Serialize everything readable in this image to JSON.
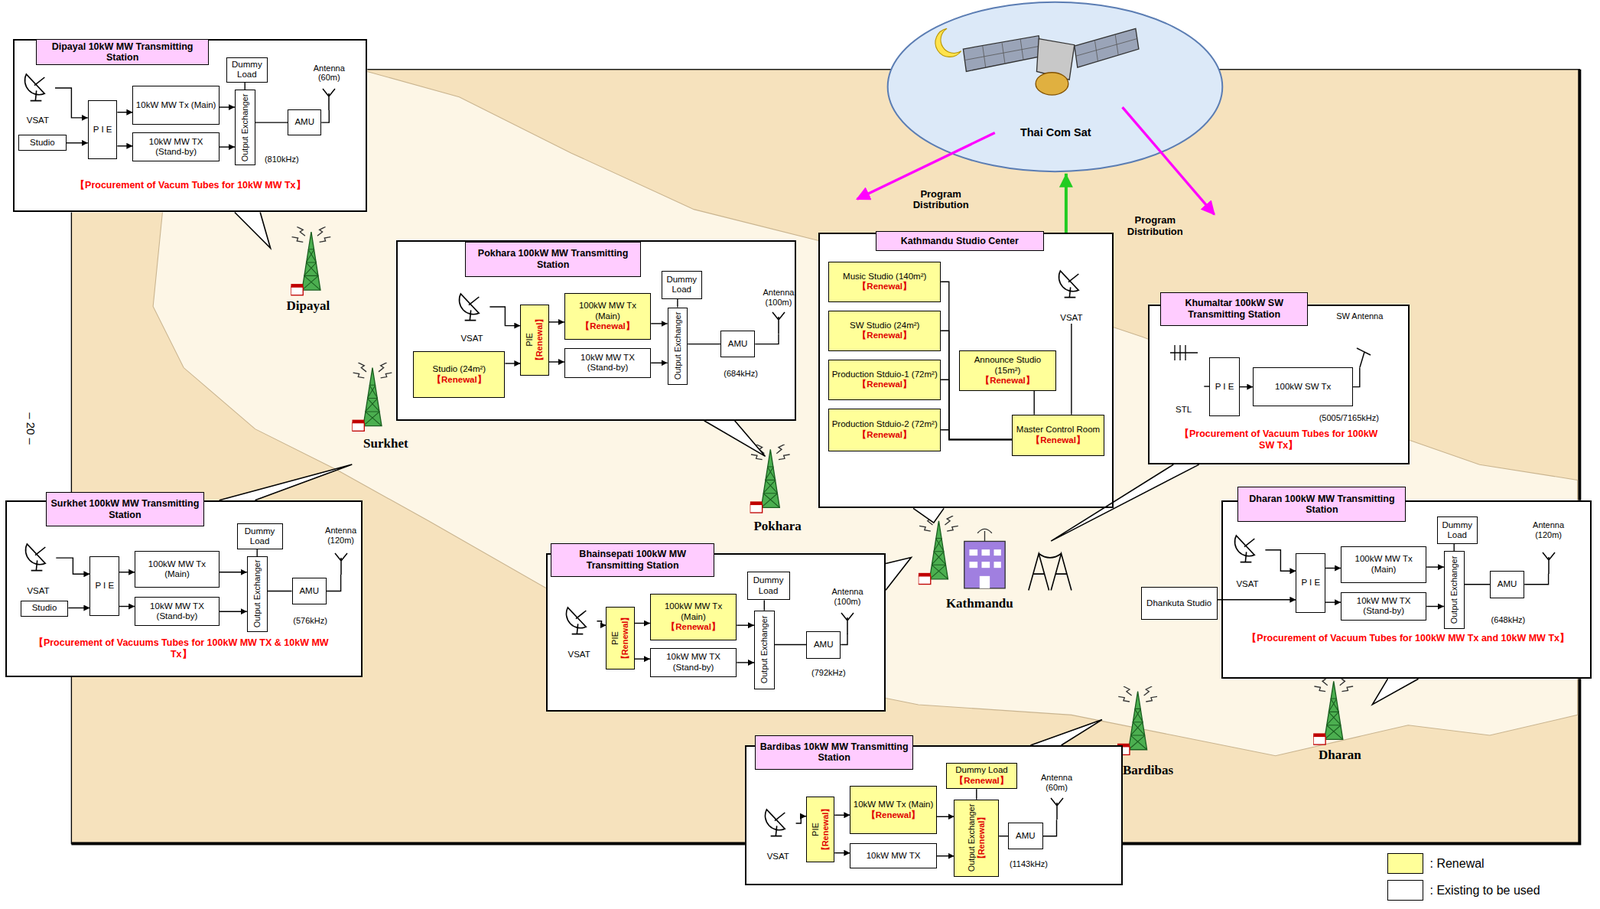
{
  "diagram": {
    "nodes": [
      {
        "text": [
          "Dipayal 10kW MW Transmitting Station",
          "【Procurement of Vacum Tubes for 10kW MW Tx】"
        ]
      },
      {
        "text": [
          "VSAT"
        ],
        "in": 0
      },
      {
        "text": [
          "Studio"
        ],
        "in": 0
      },
      {
        "text": [
          "P I E"
        ],
        "in": 0
      },
      {
        "text": [
          "10kW MW Tx (Main)"
        ],
        "in": 0
      },
      {
        "text": [
          "10kW MW TX (Stand-by)"
        ],
        "in": 0
      },
      {
        "text": [
          "Dummy Load"
        ],
        "in": 0
      },
      {
        "text": [
          "Output Exchanger"
        ],
        "in": 0
      },
      {
        "text": [
          "AMU"
        ],
        "in": 0
      },
      {
        "text": [
          "Antenna (60m)"
        ],
        "in": 0
      },
      {
        "text": [
          "Pokhara 100kW MW Transmitting Station"
        ]
      },
      {
        "text": [
          "VSAT"
        ],
        "in": 10
      },
      {
        "text": [
          "Studio (24m²)",
          "【Renewal】"
        ],
        "in": 10
      },
      {
        "text": [
          "PIE",
          "【Renewal】"
        ],
        "in": 10
      },
      {
        "text": [
          "100kW MW Tx (Main)",
          "【Renewal】"
        ],
        "in": 10
      },
      {
        "text": [
          "10kW MW TX (Stand-by)"
        ],
        "in": 10
      },
      {
        "text": [
          "Dummy Load"
        ],
        "in": 10
      },
      {
        "text": [
          "Output Exchanger"
        ],
        "in": 10
      },
      {
        "text": [
          "AMU"
        ],
        "in": 10
      },
      {
        "text": [
          "Antenna (100m)"
        ],
        "in": 10
      },
      {
        "text": [
          "Kathmandu Studio Center"
        ]
      },
      {
        "text": [
          "Music Studio (140m²)",
          "【Renewal】"
        ],
        "in": 20
      },
      {
        "text": [
          "SW Studio (24m²)",
          "【Renewal】"
        ],
        "in": 20
      },
      {
        "text": [
          "Production Stduio-1 (72m²)",
          "【Renewal】"
        ],
        "in": 20
      },
      {
        "text": [
          "Production Stduio-2 (72m²)",
          "【Renewal】"
        ],
        "in": 20
      },
      {
        "text": [
          "Announce Studio (15m²)",
          "【Renewal】"
        ],
        "in": 20
      },
      {
        "text": [
          "Master Control Room",
          "【Renewal】"
        ],
        "in": 20
      },
      {
        "text": [
          "VSAT"
        ],
        "in": 20
      },
      {
        "text": [
          "Khumaltar 100kW SW Transmitting Station",
          "【Procurement of Vacuum Tubes for 100kW SW Tx】"
        ]
      },
      {
        "text": [
          "STL"
        ],
        "in": 28
      },
      {
        "text": [
          "P I E"
        ],
        "in": 28
      },
      {
        "text": [
          "100kW SW Tx"
        ],
        "in": 28
      },
      {
        "text": [
          "SW Antenna"
        ],
        "in": 28
      },
      {
        "text": [
          "Surkhet 100kW MW Transmitting Station",
          "【Procurement of Vacuums Tubes for 100kW MW TX & 10kW MW Tx】"
        ]
      },
      {
        "text": [
          "VSAT"
        ],
        "in": 33
      },
      {
        "text": [
          "Studio"
        ],
        "in": 33
      },
      {
        "text": [
          "P I E"
        ],
        "in": 33
      },
      {
        "text": [
          "100kW MW Tx (Main)"
        ],
        "in": 33
      },
      {
        "text": [
          "10kW MW TX (Stand-by)"
        ],
        "in": 33
      },
      {
        "text": [
          "Dummy Load"
        ],
        "in": 33
      },
      {
        "text": [
          "Output Exchanger"
        ],
        "in": 33
      },
      {
        "text": [
          "AMU"
        ],
        "in": 33
      },
      {
        "text": [
          "Antenna (120m)"
        ],
        "in": 33
      },
      {
        "text": [
          "Bhainsepati 100kW MW Transmitting Station"
        ]
      },
      {
        "text": [
          "VSAT"
        ],
        "in": 43
      },
      {
        "text": [
          "PIE",
          "【Renewal】"
        ],
        "in": 43
      },
      {
        "text": [
          "100kW MW Tx (Main)",
          "【Renewal】"
        ],
        "in": 43
      },
      {
        "text": [
          "10kW MW TX (Stand-by)"
        ],
        "in": 43
      },
      {
        "text": [
          "Dummy Load"
        ],
        "in": 43
      },
      {
        "text": [
          "Output Exchanger"
        ],
        "in": 43
      },
      {
        "text": [
          "AMU"
        ],
        "in": 43
      },
      {
        "text": [
          "Antenna (100m)"
        ],
        "in": 43
      },
      {
        "text": [
          "Dharan 100kW MW Transmitting Station",
          "【Procurement of Vacuum Tubes for 100kW MW Tx and 10kW MW Tx】"
        ]
      },
      {
        "text": [
          "VSAT"
        ],
        "in": 52
      },
      {
        "text": [
          "P I E"
        ],
        "in": 52
      },
      {
        "text": [
          "100kW MW Tx (Main)"
        ],
        "in": 52
      },
      {
        "text": [
          "10kW MW TX (Stand-by)"
        ],
        "in": 52
      },
      {
        "text": [
          "Dummy Load"
        ],
        "in": 52
      },
      {
        "text": [
          "Output Exchanger"
        ],
        "in": 52
      },
      {
        "text": [
          "AMU"
        ],
        "in": 52
      },
      {
        "text": [
          "Antenna (120m)"
        ],
        "in": 52
      },
      {
        "text": [
          "Dhankuta Studio"
        ]
      },
      {
        "text": [
          "Bardibas 10kW MW Transmitting Station"
        ]
      },
      {
        "text": [
          "VSAT"
        ],
        "in": 62
      },
      {
        "text": [
          "PIE",
          "【Renewal】"
        ],
        "in": 62
      },
      {
        "text": [
          "10kW MW Tx (Main)",
          "【Renewal】"
        ],
        "in": 62
      },
      {
        "text": [
          "10kW MW TX"
        ],
        "in": 62
      },
      {
        "text": [
          "Dummy Load",
          "【Renewal】"
        ],
        "in": 62
      },
      {
        "text": [
          "Output Exchanger",
          "【Renewal】"
        ],
        "in": 62
      },
      {
        "text": [
          "AMU"
        ],
        "in": 62
      },
      {
        "text": [
          "Antenna (60m)"
        ],
        "in": 62
      },
      {
        "text": [
          "Thai Com Sat"
        ]
      }
    ],
    "edges": [
      {
        "from": 1,
        "to": 3,
        "arrow": "to"
      },
      {
        "from": 2,
        "to": 3,
        "arrow": "to"
      },
      {
        "from": 3,
        "to": 4,
        "arrow": "to"
      },
      {
        "from": 3,
        "to": 5,
        "arrow": "to"
      },
      {
        "from": 4,
        "to": 7,
        "arrow": "to"
      },
      {
        "from": 5,
        "to": 7,
        "arrow": "to"
      },
      {
        "from": 6,
        "to": 7,
        "arrow": "none"
      },
      {
        "from": 7,
        "to": 8,
        "arrow": "none"
      },
      {
        "from": 8,
        "to": 9,
        "arrow": "none"
      },
      {
        "from": 11,
        "to": 13,
        "arrow": "to"
      },
      {
        "from": 12,
        "to": 13,
        "arrow": "to"
      },
      {
        "from": 13,
        "to": 14,
        "arrow": "to"
      },
      {
        "from": 13,
        "to": 15,
        "arrow": "to"
      },
      {
        "from": 14,
        "to": 17,
        "arrow": "to"
      },
      {
        "from": 15,
        "to": 17,
        "arrow": "to"
      },
      {
        "from": 16,
        "to": 17,
        "arrow": "none"
      },
      {
        "from": 17,
        "to": 18,
        "arrow": "none"
      },
      {
        "from": 18,
        "to": 19,
        "arrow": "none"
      },
      {
        "from": 21,
        "to": 26,
        "arrow": "none"
      },
      {
        "from": 22,
        "to": 26,
        "arrow": "none"
      },
      {
        "from": 23,
        "to": 26,
        "arrow": "none"
      },
      {
        "from": 24,
        "to": 26,
        "arrow": "none"
      },
      {
        "from": 25,
        "to": 26,
        "arrow": "none"
      },
      {
        "from": 26,
        "to": 27,
        "arrow": "none"
      },
      {
        "from": 20,
        "to": 71,
        "arrow": "to"
      },
      {
        "from": 29,
        "to": 30,
        "arrow": "none"
      },
      {
        "from": 30,
        "to": 31,
        "arrow": "to"
      },
      {
        "from": 31,
        "to": 32,
        "arrow": "none"
      },
      {
        "from": 34,
        "to": 36,
        "arrow": "to"
      },
      {
        "from": 35,
        "to": 36,
        "arrow": "to"
      },
      {
        "from": 36,
        "to": 37,
        "arrow": "to"
      },
      {
        "from": 36,
        "to": 38,
        "arrow": "to"
      },
      {
        "from": 37,
        "to": 40,
        "arrow": "to"
      },
      {
        "from": 38,
        "to": 40,
        "arrow": "to"
      },
      {
        "from": 39,
        "to": 40,
        "arrow": "none"
      },
      {
        "from": 40,
        "to": 41,
        "arrow": "none"
      },
      {
        "from": 41,
        "to": 42,
        "arrow": "none"
      },
      {
        "from": 44,
        "to": 45,
        "arrow": "to"
      },
      {
        "from": 45,
        "to": 46,
        "arrow": "to"
      },
      {
        "from": 45,
        "to": 47,
        "arrow": "to"
      },
      {
        "from": 46,
        "to": 49,
        "arrow": "to"
      },
      {
        "from": 47,
        "to": 49,
        "arrow": "to"
      },
      {
        "from": 48,
        "to": 49,
        "arrow": "none"
      },
      {
        "from": 49,
        "to": 50,
        "arrow": "none"
      },
      {
        "from": 50,
        "to": 51,
        "arrow": "none"
      },
      {
        "from": 53,
        "to": 54,
        "arrow": "to"
      },
      {
        "from": 61,
        "to": 54,
        "arrow": "to"
      },
      {
        "from": 54,
        "to": 55,
        "arrow": "to"
      },
      {
        "from": 54,
        "to": 56,
        "arrow": "to"
      },
      {
        "from": 55,
        "to": 58,
        "arrow": "to"
      },
      {
        "from": 56,
        "to": 58,
        "arrow": "to"
      },
      {
        "from": 57,
        "to": 58,
        "arrow": "none"
      },
      {
        "from": 58,
        "to": 59,
        "arrow": "none"
      },
      {
        "from": 59,
        "to": 60,
        "arrow": "none"
      },
      {
        "from": 63,
        "to": 64,
        "arrow": "to"
      },
      {
        "from": 64,
        "to": 65,
        "arrow": "to"
      },
      {
        "from": 64,
        "to": 66,
        "arrow": "to"
      },
      {
        "from": 65,
        "to": 68,
        "arrow": "to"
      },
      {
        "from": 66,
        "to": 68,
        "arrow": "to"
      },
      {
        "from": 67,
        "to": 68,
        "arrow": "none"
      },
      {
        "from": 68,
        "to": 69,
        "arrow": "none"
      },
      {
        "from": 69,
        "to": 70,
        "arrow": "none"
      }
    ],
    "labels": [
      "– 20 –",
      "(810kHz)",
      "(684kHz)",
      "(5005/7165kHz)",
      "(576kHz)",
      "(792kHz)",
      "(648kHz)",
      "(1143kHz)",
      "Program Distribution",
      "Program Distribution",
      "Dipayal",
      "Surkhet",
      "Pokhara",
      "Kathmandu",
      "Bardibas",
      "Dharan"
    ],
    "legend": [
      {
        "text": ": Renewal",
        "color": "#ffff99"
      },
      {
        "text": ": Existing to be used",
        "color": "#ffffff"
      }
    ]
  }
}
